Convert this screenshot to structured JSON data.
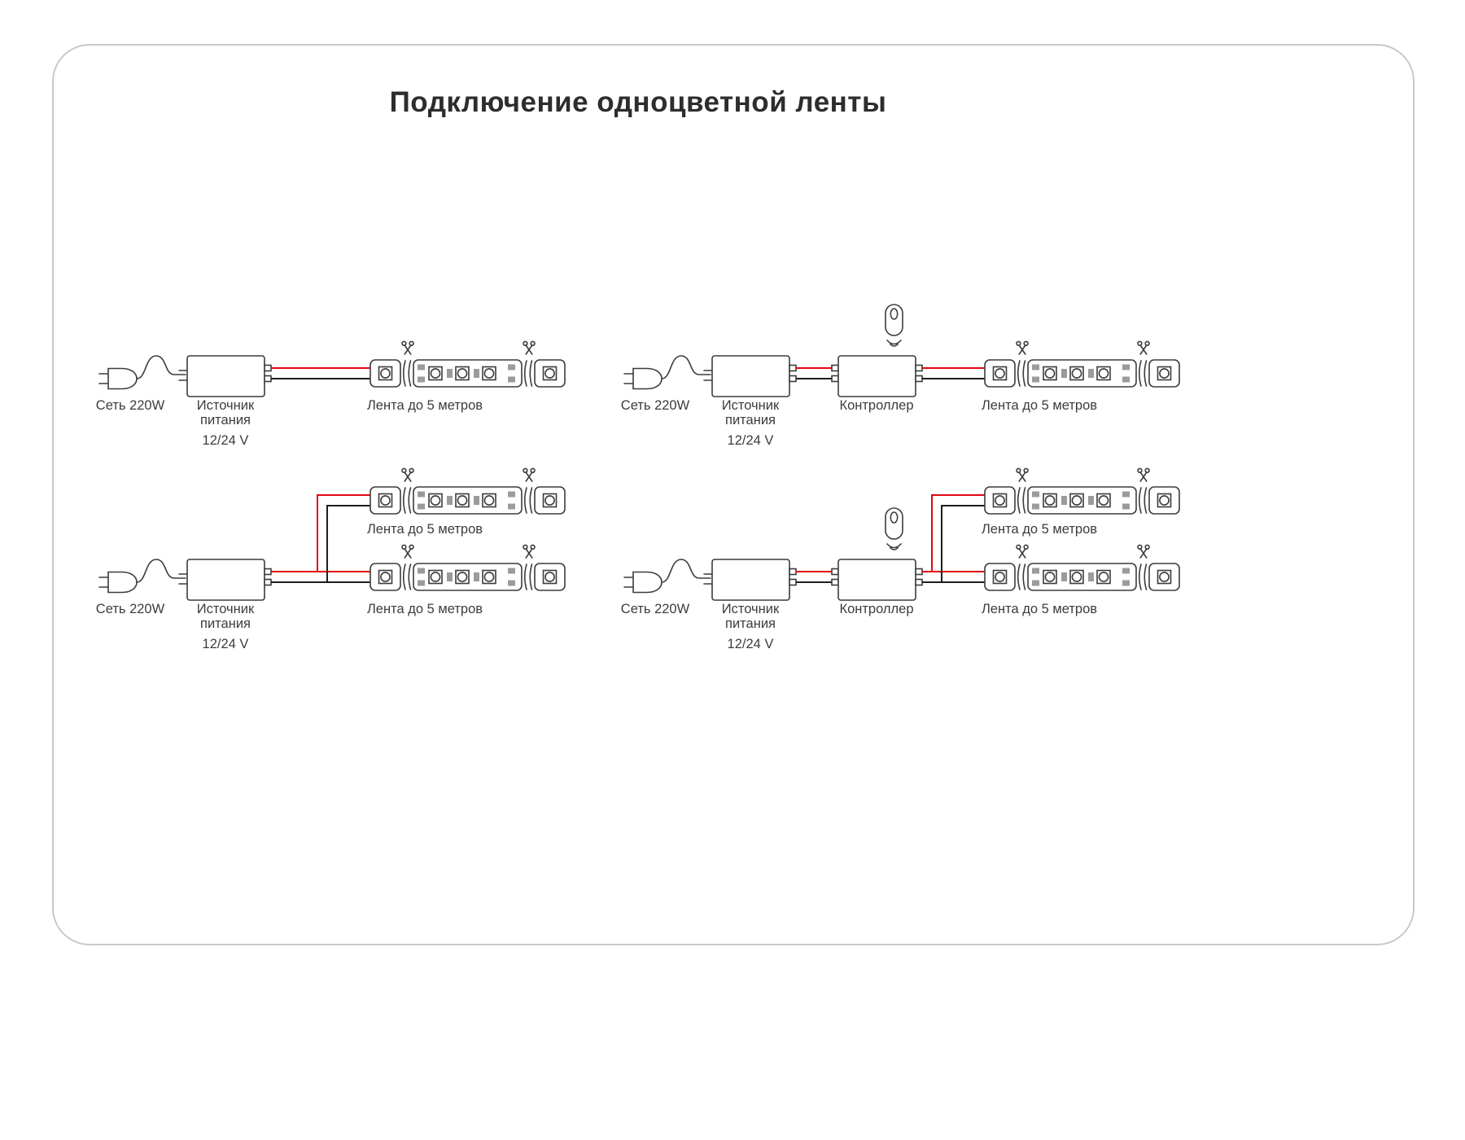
{
  "title": "Подключение одноцветной ленты",
  "labels": {
    "mains": "Сеть 220W",
    "psu_line1": "Источник",
    "psu_line2": "питания",
    "psu_voltage": "12/24 V",
    "controller": "Контроллер",
    "strip": "Лента до 5 метров"
  },
  "colors": {
    "wire_red": "#e30613",
    "wire_black": "#1d1d1b",
    "outline": "#3c3c3b",
    "pad_gray": "#9c9b9b",
    "page_border": "#c9c9c9",
    "text": "#3c3c3b"
  }
}
